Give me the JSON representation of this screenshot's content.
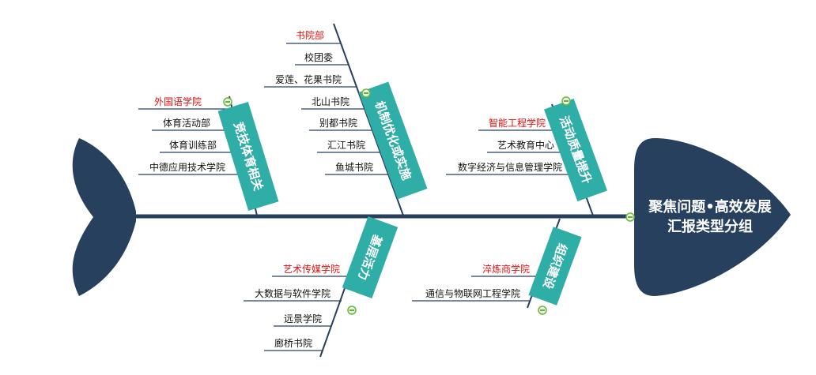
{
  "head": {
    "line1": "聚焦问题•高效发展",
    "line2": "汇报类型分组"
  },
  "colors": {
    "navy": "#27405e",
    "teal": "#2fada7",
    "red": "#e01010",
    "collapse": "#6ab83e"
  },
  "bones": [
    {
      "label": "竞技体育相关",
      "items": [
        "外国语学院",
        "体育活动部",
        "体育训练部",
        "中德应用技术学院"
      ]
    },
    {
      "label": "机制优化或实施",
      "items": [
        "书院部",
        "校团委",
        "爱莲、花果书院",
        "北山书院",
        "别都书院",
        "汇江书院",
        "鱼城书院"
      ]
    },
    {
      "label": "活动质量提升",
      "items": [
        "智能工程学院",
        "艺术教育中心",
        "数字经济与信息管理学院"
      ]
    },
    {
      "label": "基层活力",
      "items": [
        "艺术传媒学院",
        "大数据与软件学院",
        "远景学院",
        "廊桥书院"
      ]
    },
    {
      "label": "组织建设",
      "items": [
        "淬炼商学院",
        "通信与物联网工程学院"
      ]
    }
  ]
}
